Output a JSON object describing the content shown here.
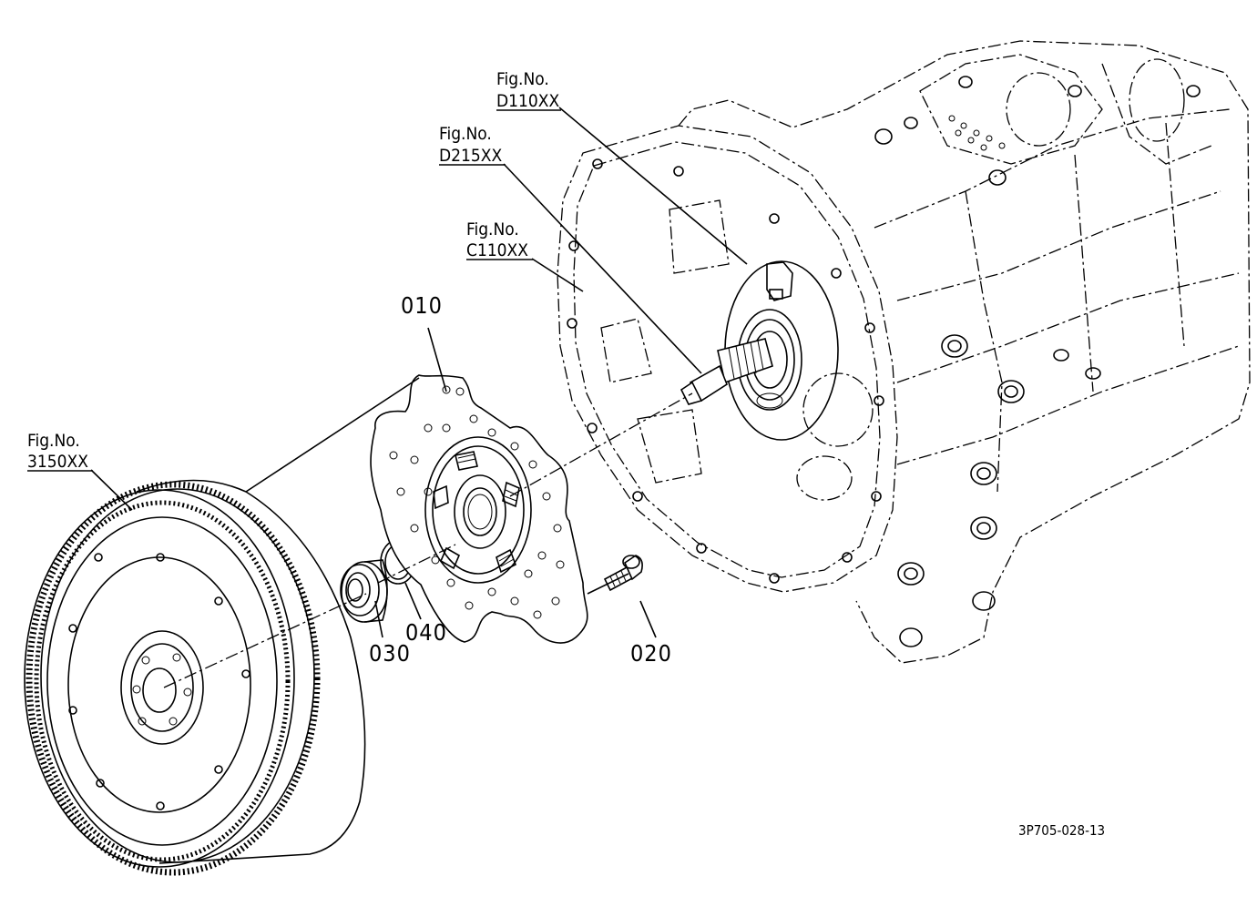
{
  "callouts": {
    "fig_d110": {
      "prefix": "Fig.No.",
      "code": "D110XX"
    },
    "fig_d215": {
      "prefix": "Fig.No.",
      "code": "D215XX"
    },
    "fig_c110": {
      "prefix": "Fig.No.",
      "code": "C110XX"
    },
    "fig_3150": {
      "prefix": "Fig.No.",
      "code": "3150XX"
    }
  },
  "parts": {
    "p010": "010",
    "p020": "020",
    "p030": "030",
    "p040": "040"
  },
  "drawing_code": "3P705-028-13"
}
